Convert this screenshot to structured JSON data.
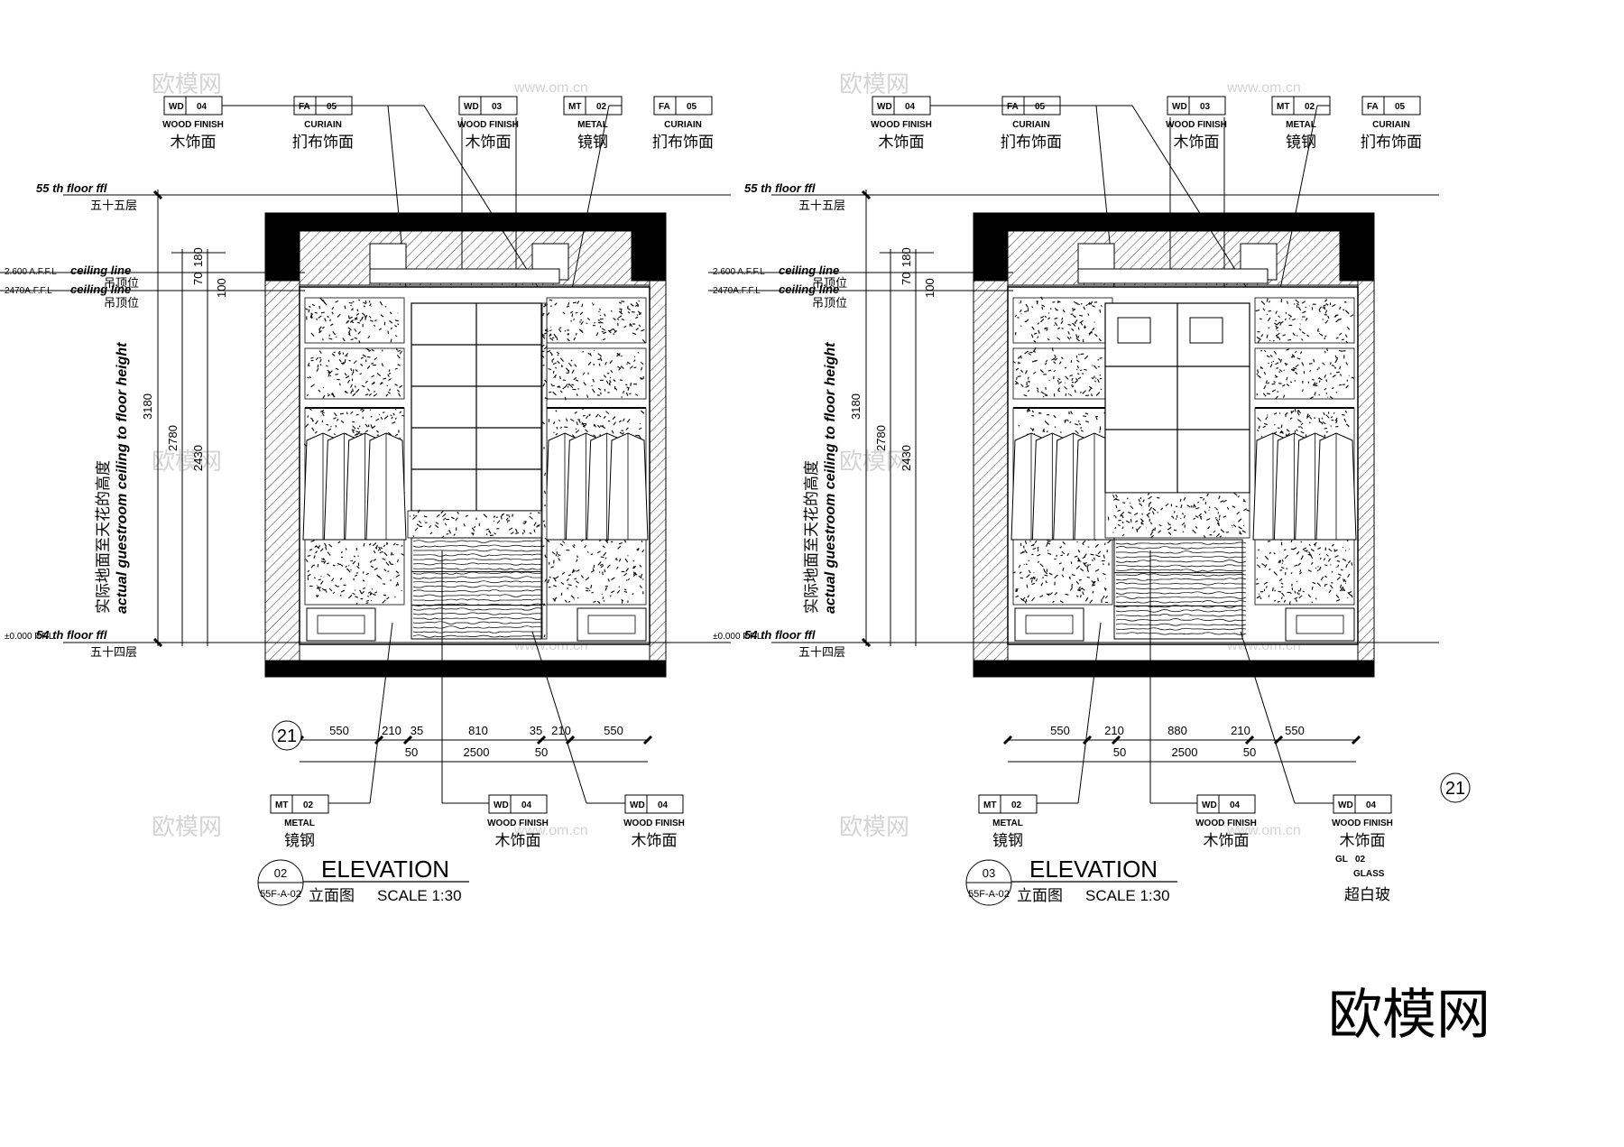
{
  "drawings": [
    {
      "id": "left",
      "tags": [
        {
          "code": "WD",
          "num": "04",
          "en": "WOOD FINISH",
          "cn": "木饰面"
        },
        {
          "code": "FA",
          "num": "05",
          "en": "CURIAIN",
          "cn": "扪布饰面"
        },
        {
          "code": "WD",
          "num": "03",
          "en": "WOOD FINISH",
          "cn": "木饰面"
        },
        {
          "code": "MT",
          "num": "02",
          "en": "METAL",
          "cn": "镜钢"
        },
        {
          "code": "FA",
          "num": "05",
          "en": "CURIAIN",
          "cn": "扪布饰面"
        }
      ],
      "bottom_tags": [
        {
          "code": "MT",
          "num": "02",
          "en": "METAL",
          "cn": "镜钢"
        },
        {
          "code": "WD",
          "num": "04",
          "en": "WOOD FINISH",
          "cn": "木饰面"
        },
        {
          "code": "WD",
          "num": "04",
          "en": "WOOD FINISH",
          "cn": "木饰面"
        }
      ],
      "levels": {
        "top_en": "55 th floor ffl",
        "top_cn": "五十五层",
        "ceil1_val": "2.600 A.F.F.L",
        "ceil1_en": "ceiling line",
        "ceil1_cn": "吊顶位",
        "ceil2_val": "2470A.F.F.L",
        "ceil2_en": "ceiling line",
        "ceil2_cn": "吊顶位",
        "bot_val": "±0.000 F.F.L",
        "bot_en": "54 th floor ffl",
        "bot_cn": "五十四层"
      },
      "vertical_cn": "实际地面至天花的高度",
      "vertical_en": "actual guestroom ceiling to floor height",
      "vdims": [
        "3180",
        "2780",
        "2430",
        "180",
        "70",
        "100"
      ],
      "hdims_top": [
        "550",
        "210",
        "35",
        "810",
        "35",
        "210",
        "550"
      ],
      "hdims_bot": [
        "50",
        "2500",
        "50"
      ],
      "section_marker": "21",
      "title": {
        "num": "02",
        "ref": "55F-A-02",
        "en": "ELEVATION",
        "cn": "立面图",
        "scale": "SCALE  1:30"
      }
    },
    {
      "id": "right",
      "tags": [
        {
          "code": "WD",
          "num": "04",
          "en": "WOOD FINISH",
          "cn": "木饰面"
        },
        {
          "code": "FA",
          "num": "05",
          "en": "CURIAIN",
          "cn": "扪布饰面"
        },
        {
          "code": "WD",
          "num": "03",
          "en": "WOOD FINISH",
          "cn": "木饰面"
        },
        {
          "code": "MT",
          "num": "02",
          "en": "METAL",
          "cn": "镜钢"
        },
        {
          "code": "FA",
          "num": "05",
          "en": "CURIAIN",
          "cn": "扪布饰面"
        }
      ],
      "bottom_tags": [
        {
          "code": "MT",
          "num": "02",
          "en": "METAL",
          "cn": "镜钢"
        },
        {
          "code": "WD",
          "num": "04",
          "en": "WOOD FINISH",
          "cn": "木饰面"
        },
        {
          "code": "WD",
          "num": "04",
          "en": "WOOD FINISH",
          "cn": "木饰面"
        }
      ],
      "levels": {
        "top_en": "55 th floor ffl",
        "top_cn": "五十五层",
        "ceil1_val": "2.600 A.F.F.L",
        "ceil1_en": "ceiling line",
        "ceil1_cn": "吊顶位",
        "ceil2_val": "2470A.F.F.L",
        "ceil2_en": "ceiling line",
        "ceil2_cn": "吊顶位",
        "bot_val": "±0.000 F.F.L",
        "bot_en": "54 th floor ffl",
        "bot_cn": "五十四层"
      },
      "vertical_cn": "实际地面至天花的高度",
      "vertical_en": "actual guestroom ceiling to floor height",
      "vdims": [
        "3180",
        "2780",
        "2430",
        "180",
        "70",
        "100"
      ],
      "hdims_top": [
        "550",
        "210",
        "880",
        "210",
        "550"
      ],
      "hdims_bot": [
        "50",
        "2500",
        "50"
      ],
      "section_marker": "21",
      "glass_tag": {
        "code": "GL",
        "num": "02",
        "en": "GLASS",
        "cn": "超白玻"
      },
      "title": {
        "num": "03",
        "ref": "55F-A-02",
        "en": "ELEVATION",
        "cn": "立面图",
        "scale": "SCALE  1:30"
      }
    }
  ],
  "watermarks": {
    "cn": "欧模网",
    "url": "www.om.cn"
  },
  "logo": "欧模网"
}
